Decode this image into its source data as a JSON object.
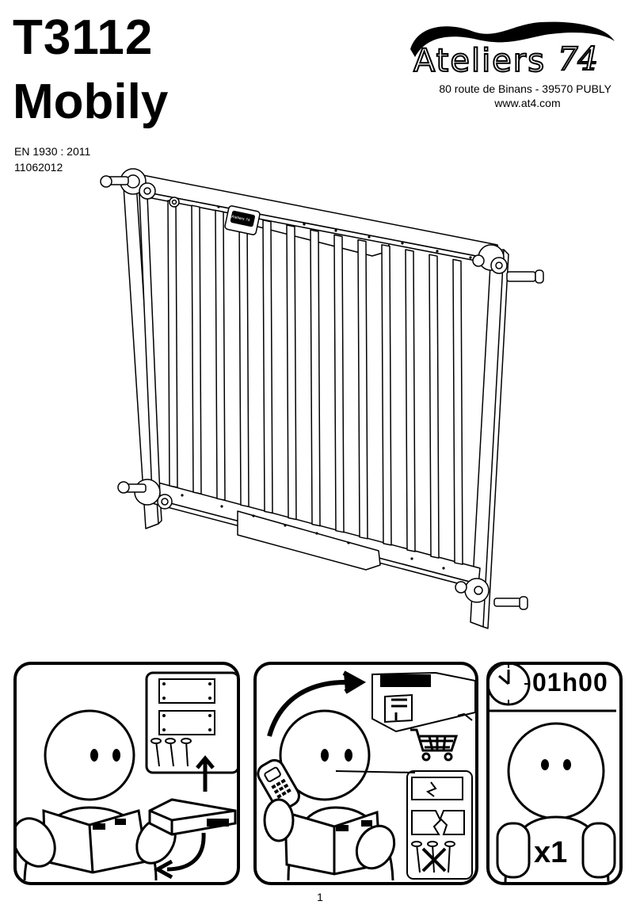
{
  "header": {
    "model_number": "T3112",
    "model_name": "Mobily",
    "standard": "EN 1930 : 2011",
    "doc_code": "11062012"
  },
  "brand": {
    "logo_text": "Ateliers",
    "logo_number": "74",
    "address": "80 route de Binans - 39570 PUBLY",
    "website": "www.at4.com"
  },
  "gate_label": "Ateliers 74",
  "steps": {
    "duration": "01h00",
    "persons": "x1"
  },
  "footer": {
    "page_number": "1"
  }
}
